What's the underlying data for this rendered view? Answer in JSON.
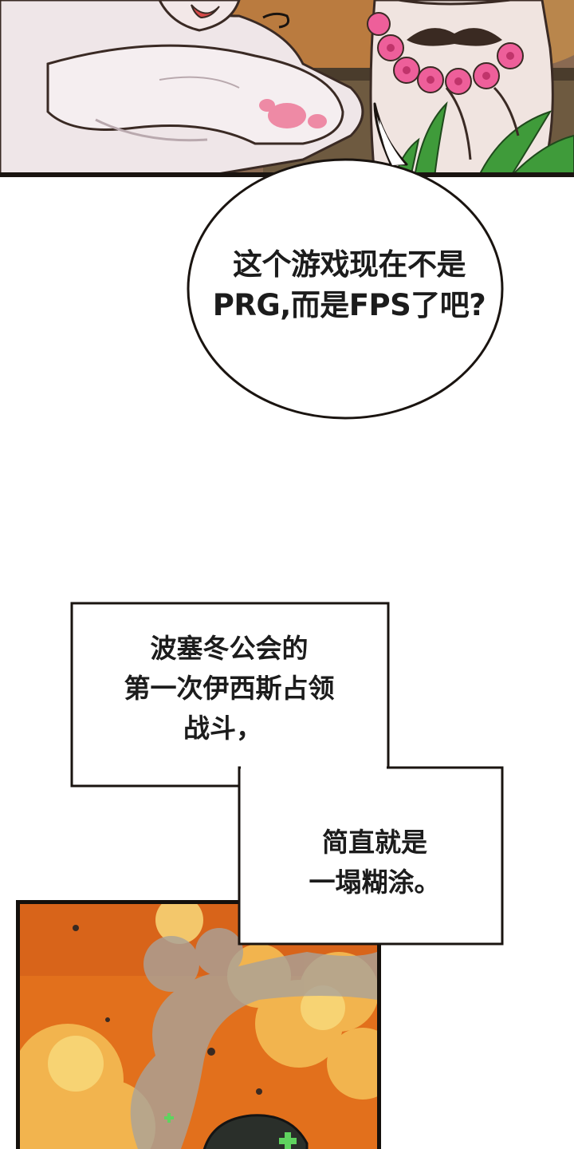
{
  "speech_bubble": {
    "lines": [
      "这个游戏现在不是",
      "PRG,而是FPS了吧?"
    ]
  },
  "caption_box_1": {
    "lines": [
      "波塞冬公会的",
      "第一次伊西斯占领",
      "战斗，"
    ]
  },
  "caption_box_2": {
    "lines": [
      "简直就是",
      "一塌糊涂。"
    ]
  },
  "colors": {
    "page_background": "#ffffff",
    "panel_border": "#14100c",
    "fire_orange": "#e2701c",
    "flower_pink": "#ee5f9a",
    "leaf_green": "#3f9b3a",
    "text": "#1c1c1c"
  }
}
